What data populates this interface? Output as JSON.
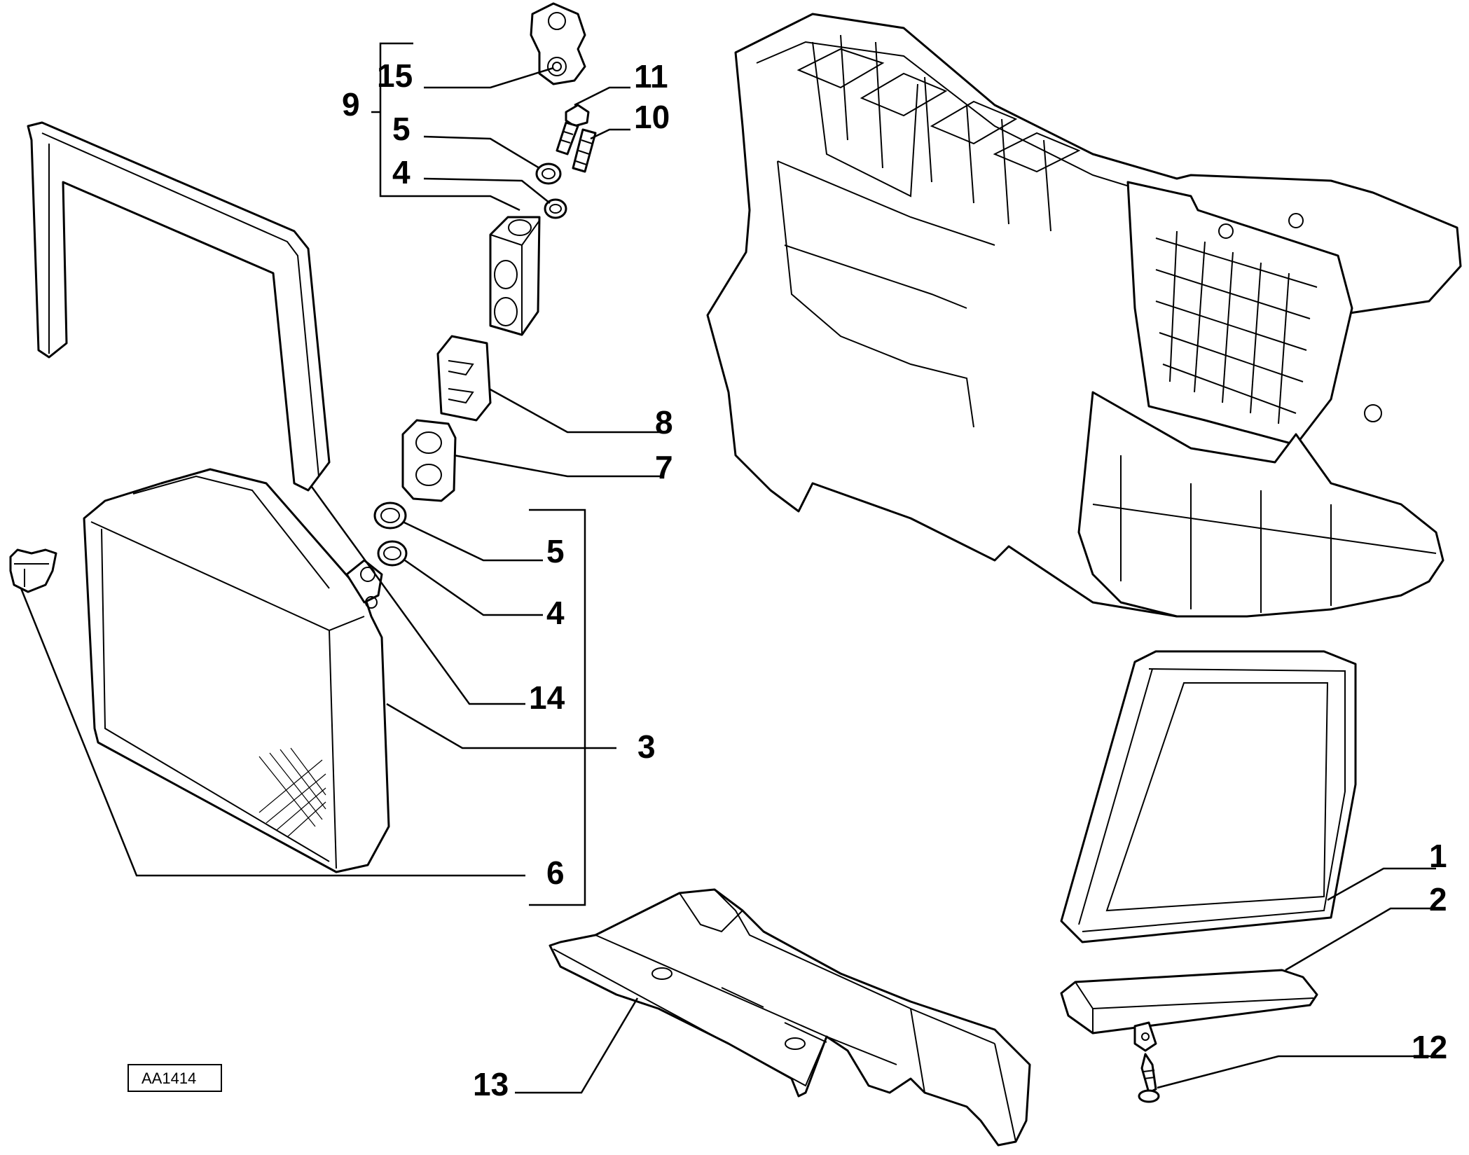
{
  "diagram": {
    "drawing_code": "AA1414",
    "callouts": [
      {
        "id": "c15",
        "label": "15"
      },
      {
        "id": "c11",
        "label": "11"
      },
      {
        "id": "c10",
        "label": "10"
      },
      {
        "id": "c9",
        "label": "9"
      },
      {
        "id": "c5a",
        "label": "5"
      },
      {
        "id": "c4a",
        "label": "4"
      },
      {
        "id": "c8",
        "label": "8"
      },
      {
        "id": "c7",
        "label": "7"
      },
      {
        "id": "c5b",
        "label": "5"
      },
      {
        "id": "c4b",
        "label": "4"
      },
      {
        "id": "c14",
        "label": "14"
      },
      {
        "id": "c3",
        "label": "3"
      },
      {
        "id": "c6",
        "label": "6"
      },
      {
        "id": "c1",
        "label": "1"
      },
      {
        "id": "c2",
        "label": "2"
      },
      {
        "id": "c12",
        "label": "12"
      },
      {
        "id": "c13",
        "label": "13"
      }
    ]
  }
}
